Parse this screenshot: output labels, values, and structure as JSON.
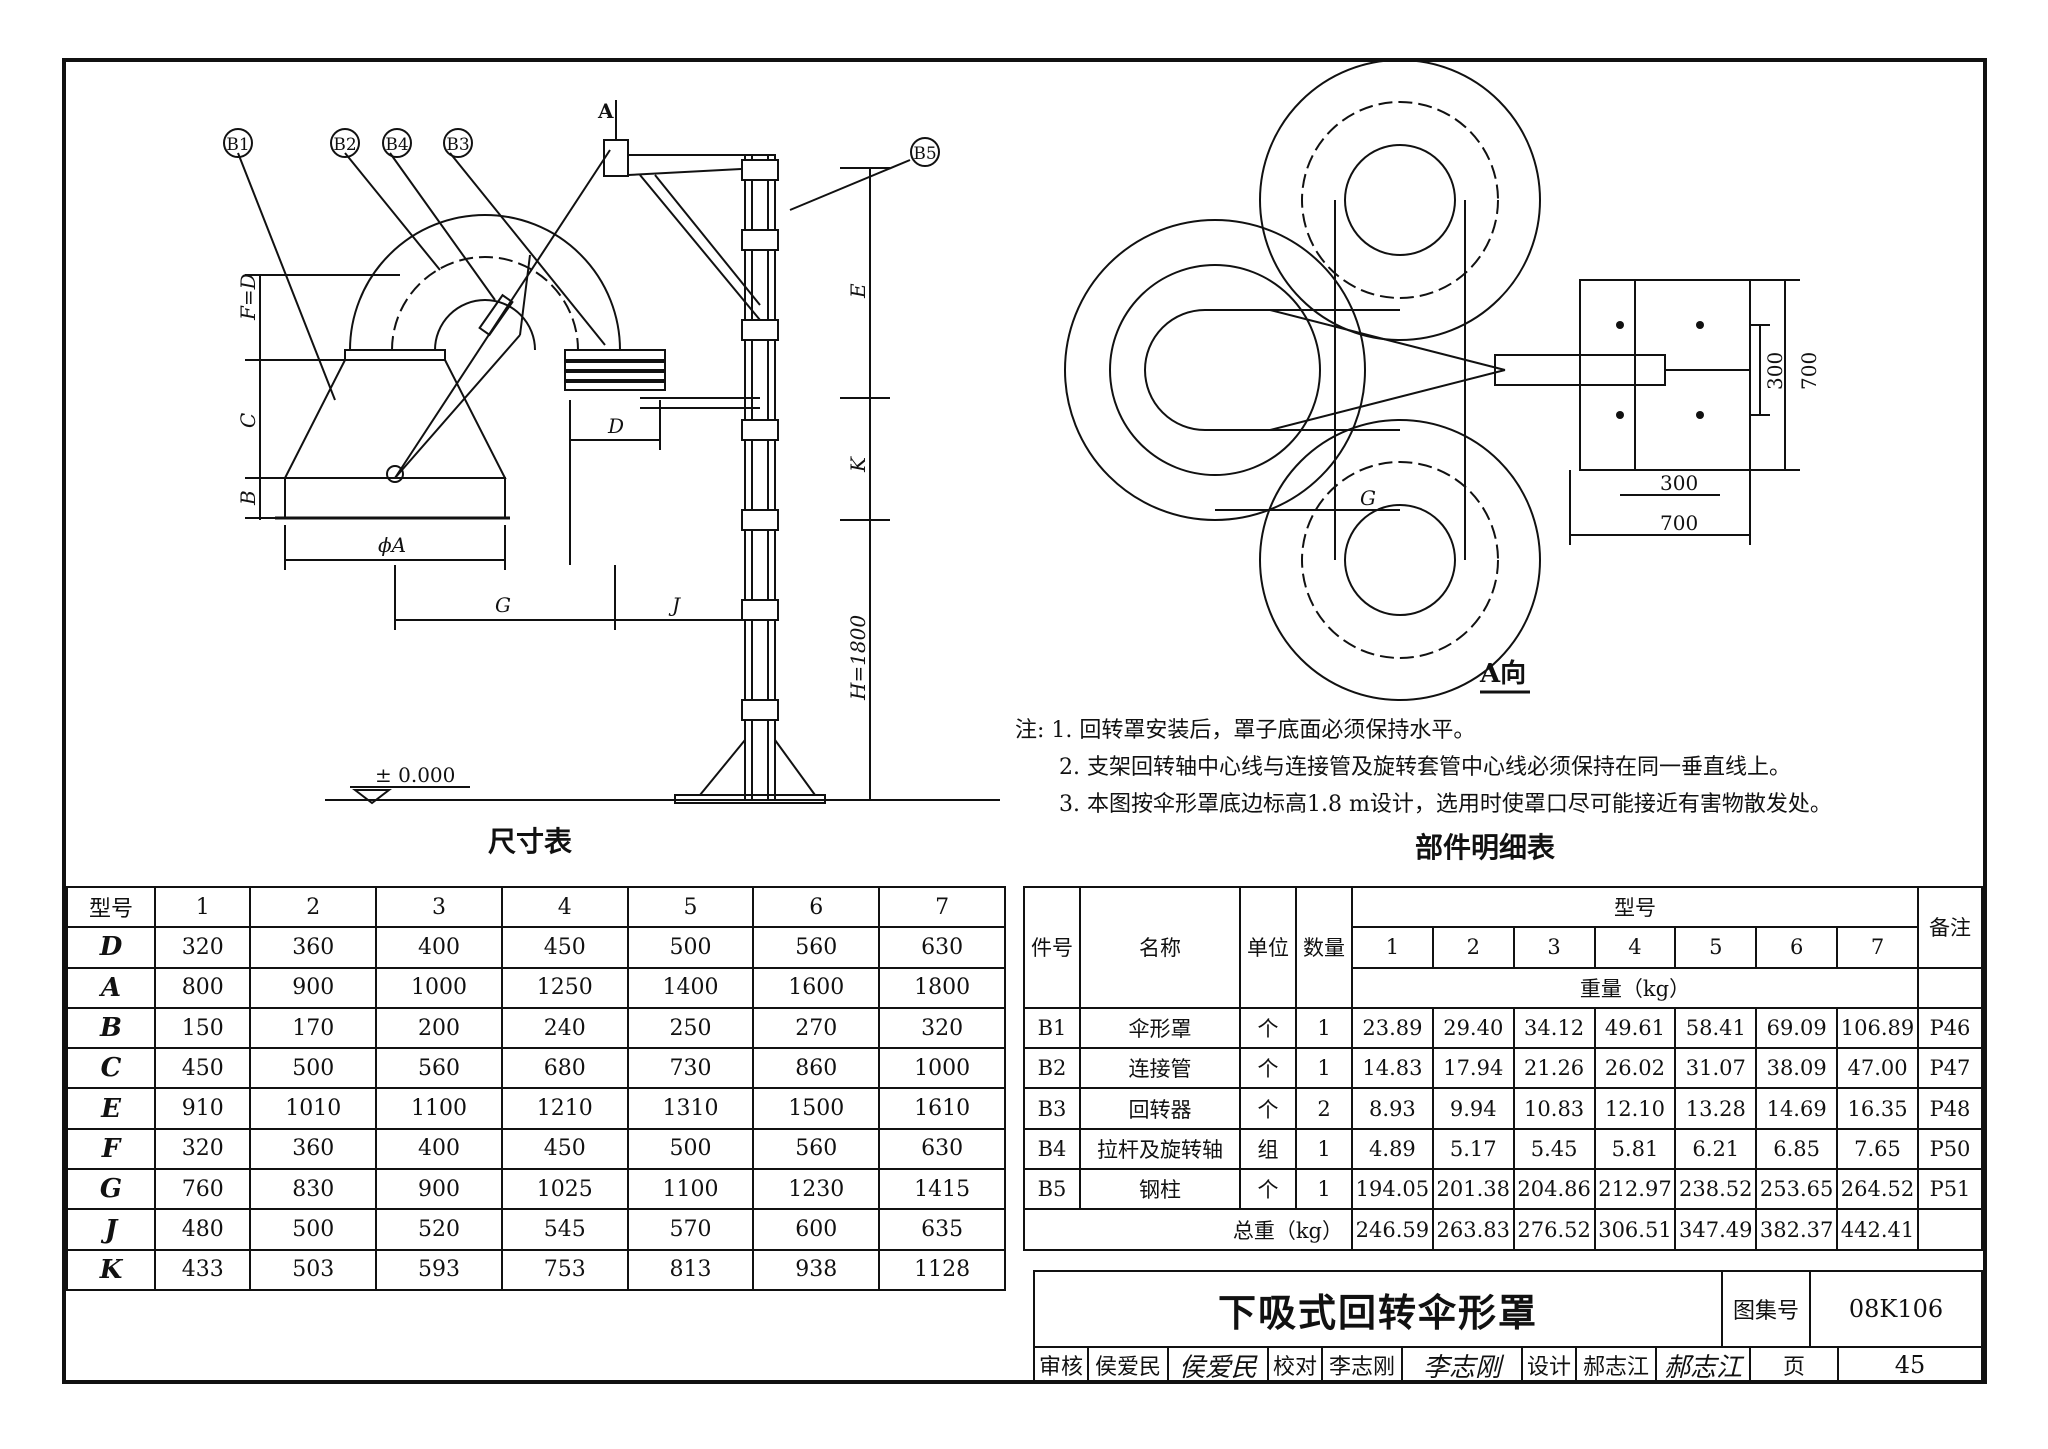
{
  "drawing": {
    "callouts": [
      "B1",
      "B2",
      "B4",
      "B3",
      "B5"
    ],
    "view_arrow": "A",
    "dims": {
      "fd": "F=D",
      "c": "C",
      "b": "B",
      "phi_a": "ϕA",
      "d": "D",
      "g": "G",
      "j": "J",
      "e": "E",
      "k": "K",
      "h": "H=1800",
      "level": "± 0.000"
    },
    "plan": {
      "dim300": "300",
      "dim700": "700",
      "dim300v": "300",
      "dim700v": "700",
      "g": "G",
      "view_label": "A向"
    }
  },
  "notes": {
    "prefix": "注:",
    "items": [
      "1. 回转罩安装后，罩子底面必须保持水平。",
      "2. 支架回转轴中心线与连接管及旋转套管中心线必须保持在同一垂直线上。",
      "3. 本图按伞形罩底边标高1.8 m设计，选用时使罩口尽可能接近有害物散发处。"
    ]
  },
  "dim_table": {
    "title": "尺寸表",
    "header_label": "型号",
    "models": [
      "1",
      "2",
      "3",
      "4",
      "5",
      "6",
      "7"
    ],
    "rows": [
      {
        "label": "D",
        "values": [
          "320",
          "360",
          "400",
          "450",
          "500",
          "560",
          "630"
        ]
      },
      {
        "label": "A",
        "values": [
          "800",
          "900",
          "1000",
          "1250",
          "1400",
          "1600",
          "1800"
        ]
      },
      {
        "label": "B",
        "values": [
          "150",
          "170",
          "200",
          "240",
          "250",
          "270",
          "320"
        ]
      },
      {
        "label": "C",
        "values": [
          "450",
          "500",
          "560",
          "680",
          "730",
          "860",
          "1000"
        ]
      },
      {
        "label": "E",
        "values": [
          "910",
          "1010",
          "1100",
          "1210",
          "1310",
          "1500",
          "1610"
        ]
      },
      {
        "label": "F",
        "values": [
          "320",
          "360",
          "400",
          "450",
          "500",
          "560",
          "630"
        ]
      },
      {
        "label": "G",
        "values": [
          "760",
          "830",
          "900",
          "1025",
          "1100",
          "1230",
          "1415"
        ]
      },
      {
        "label": "J",
        "values": [
          "480",
          "500",
          "520",
          "545",
          "570",
          "600",
          "635"
        ]
      },
      {
        "label": "K",
        "values": [
          "433",
          "503",
          "593",
          "753",
          "813",
          "938",
          "1128"
        ]
      }
    ]
  },
  "parts_table": {
    "title": "部件明细表",
    "headers": {
      "part_no": "件号",
      "name": "名称",
      "unit": "单位",
      "qty": "数量",
      "model": "型号",
      "remark": "备注",
      "weight": "重量（kg）"
    },
    "models": [
      "1",
      "2",
      "3",
      "4",
      "5",
      "6",
      "7"
    ],
    "rows": [
      {
        "no": "B1",
        "name": "伞形罩",
        "unit": "个",
        "qty": "1",
        "weights": [
          "23.89",
          "29.40",
          "34.12",
          "49.61",
          "58.41",
          "69.09",
          "106.89"
        ],
        "remark": "P46"
      },
      {
        "no": "B2",
        "name": "连接管",
        "unit": "个",
        "qty": "1",
        "weights": [
          "14.83",
          "17.94",
          "21.26",
          "26.02",
          "31.07",
          "38.09",
          "47.00"
        ],
        "remark": "P47"
      },
      {
        "no": "B3",
        "name": "回转器",
        "unit": "个",
        "qty": "2",
        "weights": [
          "8.93",
          "9.94",
          "10.83",
          "12.10",
          "13.28",
          "14.69",
          "16.35"
        ],
        "remark": "P48"
      },
      {
        "no": "B4",
        "name": "拉杆及旋转轴",
        "unit": "组",
        "qty": "1",
        "weights": [
          "4.89",
          "5.17",
          "5.45",
          "5.81",
          "6.21",
          "6.85",
          "7.65"
        ],
        "remark": "P50"
      },
      {
        "no": "B5",
        "name": "钢柱",
        "unit": "个",
        "qty": "1",
        "weights": [
          "194.05",
          "201.38",
          "204.86",
          "212.97",
          "238.52",
          "253.65",
          "264.52"
        ],
        "remark": "P51"
      }
    ],
    "total_label": "总重（kg）",
    "totals": [
      "246.59",
      "263.83",
      "276.52",
      "306.51",
      "347.49",
      "382.37",
      "442.41"
    ]
  },
  "title_block": {
    "title": "下吸式回转伞形罩",
    "atlas_label": "图集号",
    "atlas_no": "08K106",
    "review_label": "审核",
    "reviewer": "侯爱民",
    "reviewer_sig": "侯爱民",
    "check_label": "校对",
    "checker": "李志刚",
    "checker_sig": "李志刚",
    "design_label": "设计",
    "designer": "郝志江",
    "designer_sig": "郝志江",
    "page_label": "页",
    "page_no": "45"
  }
}
